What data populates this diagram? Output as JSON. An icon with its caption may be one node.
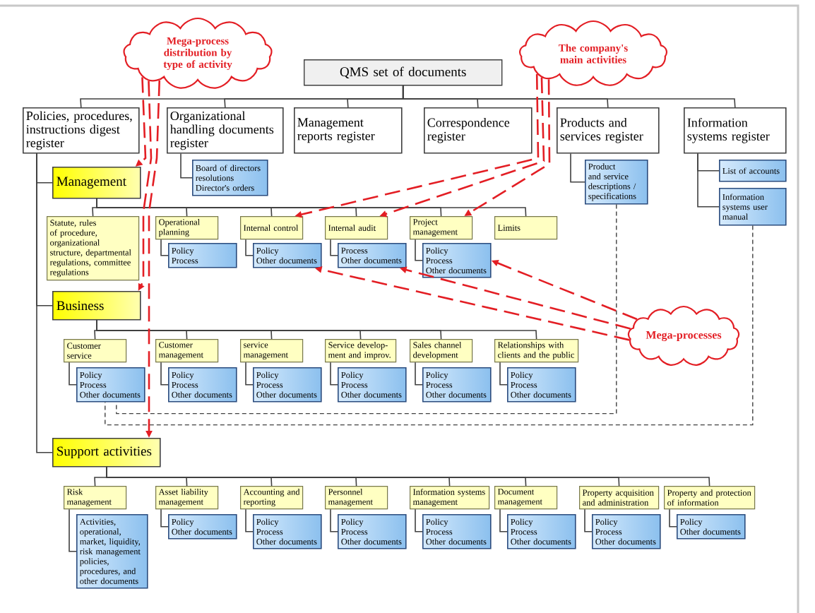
{
  "diagram": {
    "nodes": [
      {
        "text": [
          "QMS set of documents"
        ]
      },
      {
        "text": [
          "Policies, procedures, instructions digest register"
        ]
      },
      {
        "text": [
          "Organizational handling documents register"
        ]
      },
      {
        "text": [
          "Management reports register"
        ]
      },
      {
        "text": [
          "Correspondence register"
        ]
      },
      {
        "text": [
          "Products and services register"
        ]
      },
      {
        "text": [
          "Information systems register"
        ]
      },
      {
        "text": [
          "Management"
        ]
      },
      {
        "text": [
          "Board of directors resolutions",
          "Director's orders"
        ]
      },
      {
        "text": [
          "Product and service descriptions / specifications"
        ]
      },
      {
        "text": [
          "List of accounts"
        ]
      },
      {
        "text": [
          "Information systems user manual"
        ]
      },
      {
        "text": [
          "Statute, rules of procedure, organizational structure, departmental regulations, committee regulations"
        ]
      },
      {
        "text": [
          "Operational planning"
        ]
      },
      {
        "text": [
          "Policy",
          "Process"
        ]
      },
      {
        "text": [
          "Internal control"
        ]
      },
      {
        "text": [
          "Policy",
          "Other documents"
        ]
      },
      {
        "text": [
          "Internal audit"
        ]
      },
      {
        "text": [
          "Process",
          "Other documents"
        ]
      },
      {
        "text": [
          "Project management"
        ]
      },
      {
        "text": [
          "Policy",
          "Process",
          "Other documents"
        ]
      },
      {
        "text": [
          "Limits"
        ]
      },
      {
        "text": [
          "Business"
        ]
      },
      {
        "text": [
          "Customer service"
        ]
      },
      {
        "text": [
          "Policy",
          "Process",
          "Other documents"
        ]
      },
      {
        "text": [
          "Customer management"
        ]
      },
      {
        "text": [
          "Policy",
          "Process",
          "Other documents"
        ]
      },
      {
        "text": [
          "service management"
        ]
      },
      {
        "text": [
          "Policy",
          "Process",
          "Other documents"
        ]
      },
      {
        "text": [
          "Service develop- ment and improv."
        ]
      },
      {
        "text": [
          "Policy",
          "Process",
          "Other documents"
        ]
      },
      {
        "text": [
          "Sales channel development"
        ]
      },
      {
        "text": [
          "Policy",
          "Process",
          "Other documents"
        ]
      },
      {
        "text": [
          "Relationships with clients and the public"
        ]
      },
      {
        "text": [
          "Policy",
          "Process",
          "Other documents"
        ]
      },
      {
        "text": [
          "Support activities"
        ]
      },
      {
        "text": [
          "Risk management"
        ]
      },
      {
        "text": [
          "Activities, operational, market, liquidity, risk management policies, procedures, and other documents"
        ]
      },
      {
        "text": [
          "Asset liability management"
        ]
      },
      {
        "text": [
          "Policy",
          "Other documents"
        ]
      },
      {
        "text": [
          "Accounting and reporting"
        ]
      },
      {
        "text": [
          "Policy",
          "Process",
          "Other documents"
        ]
      },
      {
        "text": [
          "Personnel management"
        ]
      },
      {
        "text": [
          "Policy",
          "Process",
          "Other documents"
        ]
      },
      {
        "text": [
          "Information systems management"
        ]
      },
      {
        "text": [
          "Policy",
          "Process",
          "Other documents"
        ]
      },
      {
        "text": [
          "Document management"
        ]
      },
      {
        "text": [
          "Policy",
          "Process",
          "Other documents"
        ]
      },
      {
        "text": [
          "Property acquisition and administration"
        ]
      },
      {
        "text": [
          "Policy",
          "Process",
          "Other documents"
        ]
      },
      {
        "text": [
          "Property and protection of information"
        ]
      },
      {
        "text": [
          "Policy",
          "Other documents"
        ]
      },
      {
        "text": [
          "Mega-process distribution by type of activity"
        ]
      },
      {
        "text": [
          "The company's main activities"
        ]
      },
      {
        "text": [
          "Mega-processes"
        ]
      }
    ],
    "edges": [
      {
        "from": 0,
        "to": 1,
        "arrow": "none"
      },
      {
        "from": 0,
        "to": 2,
        "arrow": "none"
      },
      {
        "from": 0,
        "to": 3,
        "arrow": "none"
      },
      {
        "from": 0,
        "to": 4,
        "arrow": "none"
      },
      {
        "from": 0,
        "to": 5,
        "arrow": "none"
      },
      {
        "from": 0,
        "to": 6,
        "arrow": "none"
      },
      {
        "from": 1,
        "to": 7,
        "arrow": "none"
      },
      {
        "from": 1,
        "to": 22,
        "arrow": "none"
      },
      {
        "from": 1,
        "to": 35,
        "arrow": "none"
      },
      {
        "from": 2,
        "to": 8,
        "arrow": "none"
      },
      {
        "from": 5,
        "to": 9,
        "arrow": "none"
      },
      {
        "from": 6,
        "to": 10,
        "arrow": "none"
      },
      {
        "from": 6,
        "to": 11,
        "arrow": "none"
      },
      {
        "from": 7,
        "to": 12,
        "arrow": "none"
      },
      {
        "from": 7,
        "to": 13,
        "arrow": "none"
      },
      {
        "from": 7,
        "to": 15,
        "arrow": "none"
      },
      {
        "from": 7,
        "to": 17,
        "arrow": "none"
      },
      {
        "from": 7,
        "to": 19,
        "arrow": "none"
      },
      {
        "from": 7,
        "to": 21,
        "arrow": "none"
      },
      {
        "from": 13,
        "to": 14,
        "arrow": "none"
      },
      {
        "from": 15,
        "to": 16,
        "arrow": "none"
      },
      {
        "from": 17,
        "to": 18,
        "arrow": "none"
      },
      {
        "from": 19,
        "to": 20,
        "arrow": "none"
      },
      {
        "from": 22,
        "to": 23,
        "arrow": "none"
      },
      {
        "from": 22,
        "to": 25,
        "arrow": "none"
      },
      {
        "from": 22,
        "to": 27,
        "arrow": "none"
      },
      {
        "from": 22,
        "to": 29,
        "arrow": "none"
      },
      {
        "from": 22,
        "to": 31,
        "arrow": "none"
      },
      {
        "from": 22,
        "to": 33,
        "arrow": "none"
      },
      {
        "from": 23,
        "to": 24,
        "arrow": "none"
      },
      {
        "from": 25,
        "to": 26,
        "arrow": "none"
      },
      {
        "from": 27,
        "to": 28,
        "arrow": "none"
      },
      {
        "from": 29,
        "to": 30,
        "arrow": "none"
      },
      {
        "from": 31,
        "to": 32,
        "arrow": "none"
      },
      {
        "from": 33,
        "to": 34,
        "arrow": "none"
      },
      {
        "from": 35,
        "to": 36,
        "arrow": "none"
      },
      {
        "from": 35,
        "to": 38,
        "arrow": "none"
      },
      {
        "from": 35,
        "to": 40,
        "arrow": "none"
      },
      {
        "from": 35,
        "to": 42,
        "arrow": "none"
      },
      {
        "from": 35,
        "to": 44,
        "arrow": "none"
      },
      {
        "from": 35,
        "to": 46,
        "arrow": "none"
      },
      {
        "from": 35,
        "to": 48,
        "arrow": "none"
      },
      {
        "from": 35,
        "to": 50,
        "arrow": "none"
      },
      {
        "from": 36,
        "to": 37,
        "arrow": "none"
      },
      {
        "from": 38,
        "to": 39,
        "arrow": "none"
      },
      {
        "from": 40,
        "to": 41,
        "arrow": "none"
      },
      {
        "from": 42,
        "to": 43,
        "arrow": "none"
      },
      {
        "from": 44,
        "to": 45,
        "arrow": "none"
      },
      {
        "from": 46,
        "to": 47,
        "arrow": "none"
      },
      {
        "from": 48,
        "to": 49,
        "arrow": "none"
      },
      {
        "from": 50,
        "to": 51,
        "arrow": "none"
      },
      {
        "from": 9,
        "to": 24,
        "arrow": "none",
        "style": "dashed"
      },
      {
        "from": 11,
        "to": 24,
        "arrow": "none",
        "style": "dashed"
      },
      {
        "from": 52,
        "to": 7,
        "arrow": "to",
        "style": "dashed",
        "color": "#e31e24"
      },
      {
        "from": 52,
        "to": 22,
        "arrow": "to",
        "style": "dashed",
        "color": "#e31e24"
      },
      {
        "from": 52,
        "to": 35,
        "arrow": "to",
        "style": "dashed",
        "color": "#e31e24"
      },
      {
        "from": 53,
        "to": 15,
        "arrow": "to",
        "style": "dashed",
        "color": "#e31e24"
      },
      {
        "from": 53,
        "to": 17,
        "arrow": "to",
        "style": "dashed",
        "color": "#e31e24"
      },
      {
        "from": 53,
        "to": 19,
        "arrow": "to",
        "style": "dashed",
        "color": "#e31e24"
      },
      {
        "from": 54,
        "to": 16,
        "arrow": "to",
        "style": "dashed",
        "color": "#e31e24"
      },
      {
        "from": 54,
        "to": 18,
        "arrow": "to",
        "style": "dashed",
        "color": "#e31e24"
      },
      {
        "from": 54,
        "to": 20,
        "arrow": "to",
        "style": "dashed",
        "color": "#e31e24"
      }
    ]
  }
}
